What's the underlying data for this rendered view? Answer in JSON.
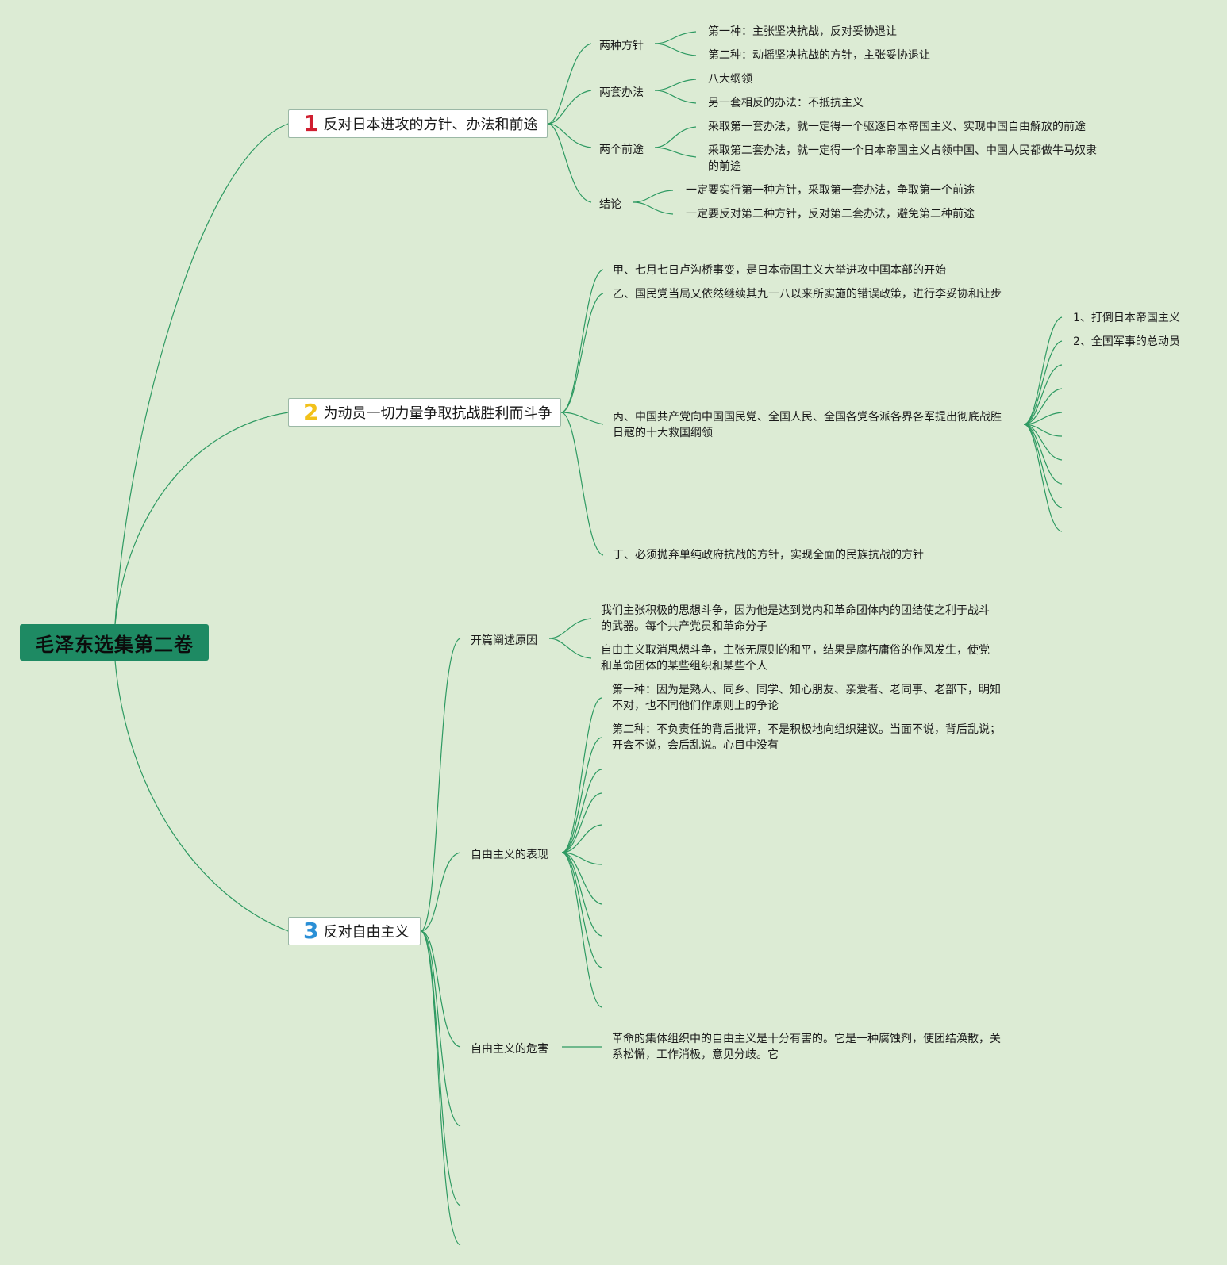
{
  "root": {
    "title": "毛泽东选集第二卷"
  },
  "colors": {
    "background": "#dcebd4",
    "root_fill": "#1e8a63",
    "line": "#2e9a62",
    "num1": "#d01e30",
    "num2": "#f2c11a",
    "num3": "#2a8fd6"
  },
  "branch1": {
    "num": "1",
    "title": "反对日本进攻的方针、办法和前途",
    "groups": [
      {
        "label": "两种方针",
        "items": [
          "第一种：主张坚决抗战，反对妥协退让",
          "第二种：动摇坚决抗战的方针，主张妥协退让"
        ]
      },
      {
        "label": "两套办法",
        "items": [
          "八大纲领",
          "另一套相反的办法：不抵抗主义"
        ]
      },
      {
        "label": "两个前途",
        "items": [
          "采取第一套办法，就一定得一个驱逐日本帝国主义、实现中国自由解放的前途",
          "采取第二套办法，就一定得一个日本帝国主义占领中国、中国人民都做牛马奴隶的前途"
        ]
      },
      {
        "label": "结论",
        "items": [
          "一定要实行第一种方针，采取第一套办法，争取第一个前途",
          "一定要反对第二种方针，反对第二套办法，避免第二种前途"
        ]
      }
    ]
  },
  "branch2": {
    "num": "2",
    "title": "为动员一切力量争取抗战胜利而斗争",
    "items": [
      "甲、七月七日卢沟桥事变，是日本帝国主义大举进攻中国本部的开始",
      "乙、国民党当局又依然继续其九一八以来所实施的错误政策，进行李妥协和让步",
      "丙、中国共产党向中国国民党、全国人民、全国各党各派各界各军提出彻底战胜日寇的十大救国纲领",
      "丁、必须抛弃单纯政府抗战的方针，实现全面的民族抗战的方针"
    ],
    "sub_items": [
      "1、打倒日本帝国主义",
      "2、全国军事的总动员"
    ]
  },
  "branch3": {
    "num": "3",
    "title": "反对自由主义",
    "groups": [
      {
        "label": "开篇阐述原因",
        "items": [
          "我们主张积极的思想斗争，因为他是达到党内和革命团体内的团结使之利于战斗的武器。每个共产党员和革命分子",
          "自由主义取消思想斗争，主张无原则的和平，结果是腐朽庸俗的作风发生，使党和革命团体的某些组织和某些个人"
        ]
      },
      {
        "label": "自由主义的表现",
        "items": [
          "第一种：因为是熟人、同乡、同学、知心朋友、亲爱者、老同事、老部下，明知不对，也不同他们作原则上的争论",
          "第二种：不负责任的背后批评，不是积极地向组织建议。当面不说，背后乱说；开会不说，会后乱说。心目中没有"
        ]
      },
      {
        "label": "自由主义的危害",
        "items": [
          "革命的集体组织中的自由主义是十分有害的。它是一种腐蚀剂，使团结涣散，关系松懈，工作消极，意见分歧。它"
        ]
      }
    ]
  }
}
